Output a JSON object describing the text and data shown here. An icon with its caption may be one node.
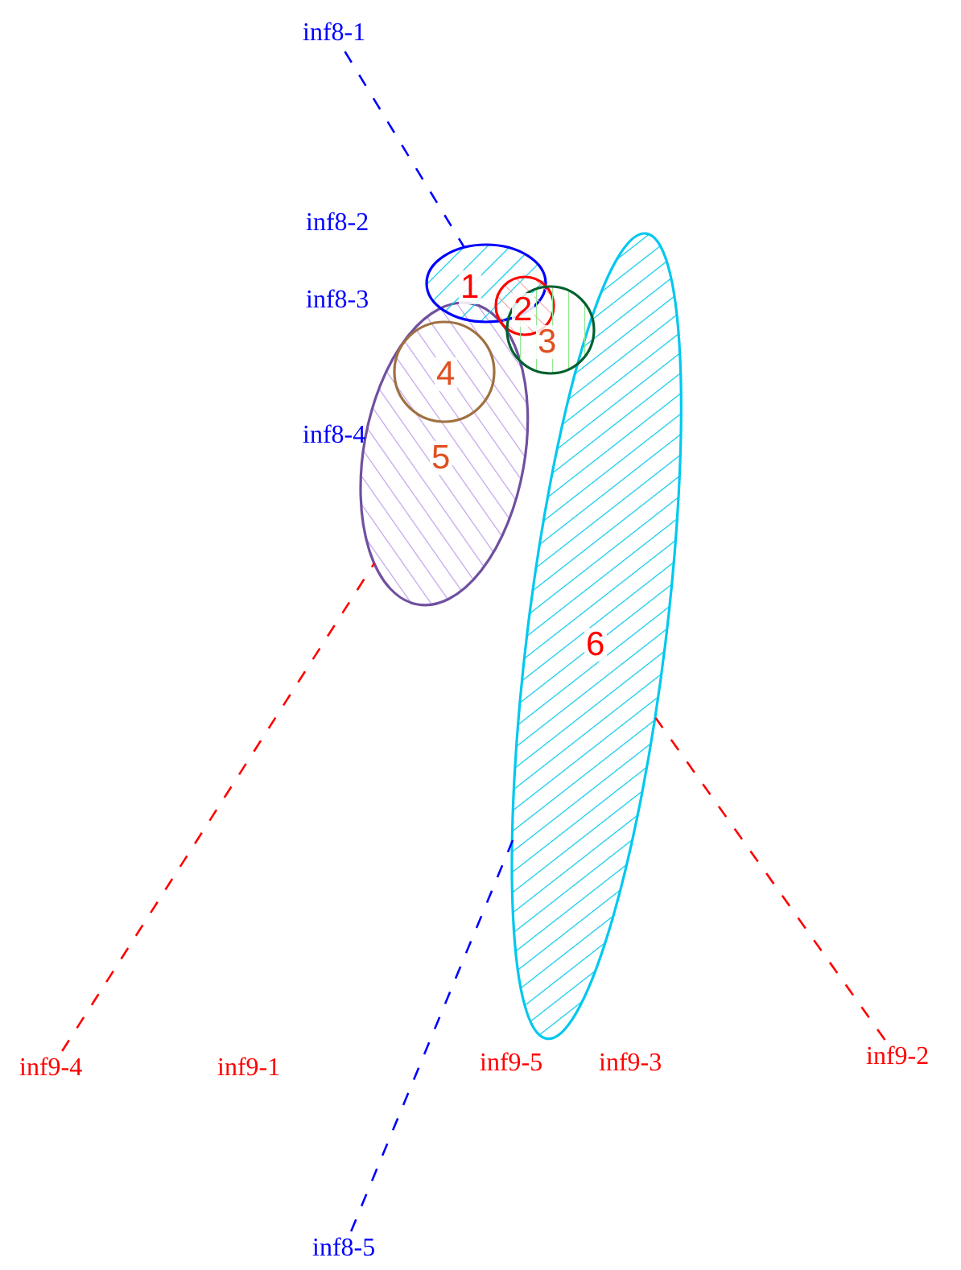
{
  "diagram": {
    "nodes": [
      {
        "text": [
          "1"
        ]
      },
      {
        "text": [
          "2"
        ]
      },
      {
        "text": [
          "3"
        ]
      },
      {
        "text": [
          "5"
        ]
      },
      {
        "text": [
          "4"
        ],
        "in": 3
      },
      {
        "text": [
          "6"
        ]
      },
      {
        "text": [
          "inf8-1"
        ]
      },
      {
        "text": [
          "inf9-4"
        ]
      },
      {
        "text": [
          "inf9-2"
        ]
      },
      {
        "text": [
          "inf8-5"
        ]
      }
    ],
    "edges": [
      {
        "from": 6,
        "to": 0,
        "arrow": "none",
        "style": "dashed",
        "color": "#0000ff"
      },
      {
        "from": 7,
        "to": 3,
        "arrow": "none",
        "style": "dashed",
        "color": "#ff0000"
      },
      {
        "from": 8,
        "to": 5,
        "arrow": "none",
        "style": "dashed",
        "color": "#ff0000"
      },
      {
        "from": 9,
        "to": 5,
        "arrow": "none",
        "style": "dashed",
        "color": "#0000ff"
      }
    ],
    "labels": [
      "inf8-2",
      "inf8-3",
      "inf8-4",
      "inf9-1",
      "inf9-5",
      "inf9-3"
    ]
  }
}
